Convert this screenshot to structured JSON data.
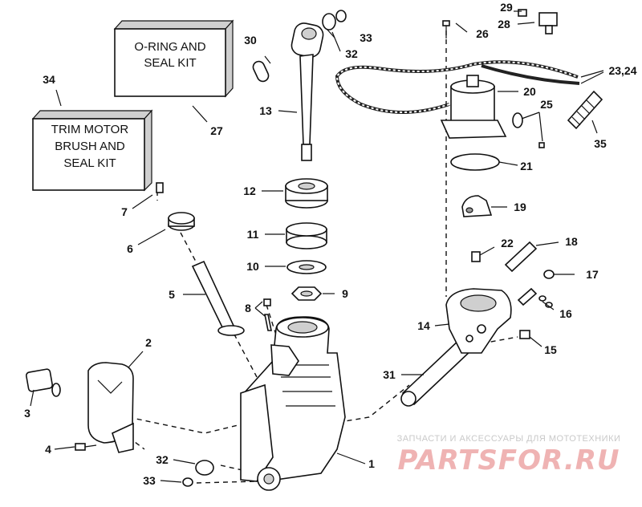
{
  "kits": {
    "seal_kit": [
      "O-RING AND",
      "SEAL KIT"
    ],
    "trim_kit": [
      "TRIM MOTOR",
      "BRUSH AND",
      "SEAL KIT"
    ]
  },
  "callouts": {
    "c1": "1",
    "c2": "2",
    "c3": "3",
    "c4": "4",
    "c5": "5",
    "c6": "6",
    "c7": "7",
    "c8": "8",
    "c9": "9",
    "c10": "10",
    "c11": "11",
    "c12": "12",
    "c13": "13",
    "c14": "14",
    "c15": "15",
    "c16": "16",
    "c17": "17",
    "c18": "18",
    "c19": "19",
    "c20": "20",
    "c21": "21",
    "c22": "22",
    "c2324": "23,24",
    "c25": "25",
    "c26": "26",
    "c27": "27",
    "c28": "28",
    "c29": "29",
    "c30": "30",
    "c31": "31",
    "c32a": "32",
    "c32b": "32",
    "c33a": "33",
    "c33b": "33",
    "c34": "34",
    "c35": "35"
  },
  "watermark": {
    "tagline": "ЗАПЧАСТИ И АКСЕССУАРЫ ДЛЯ МОТОТЕХНИКИ",
    "brand": "PARTSFOR.RU"
  }
}
